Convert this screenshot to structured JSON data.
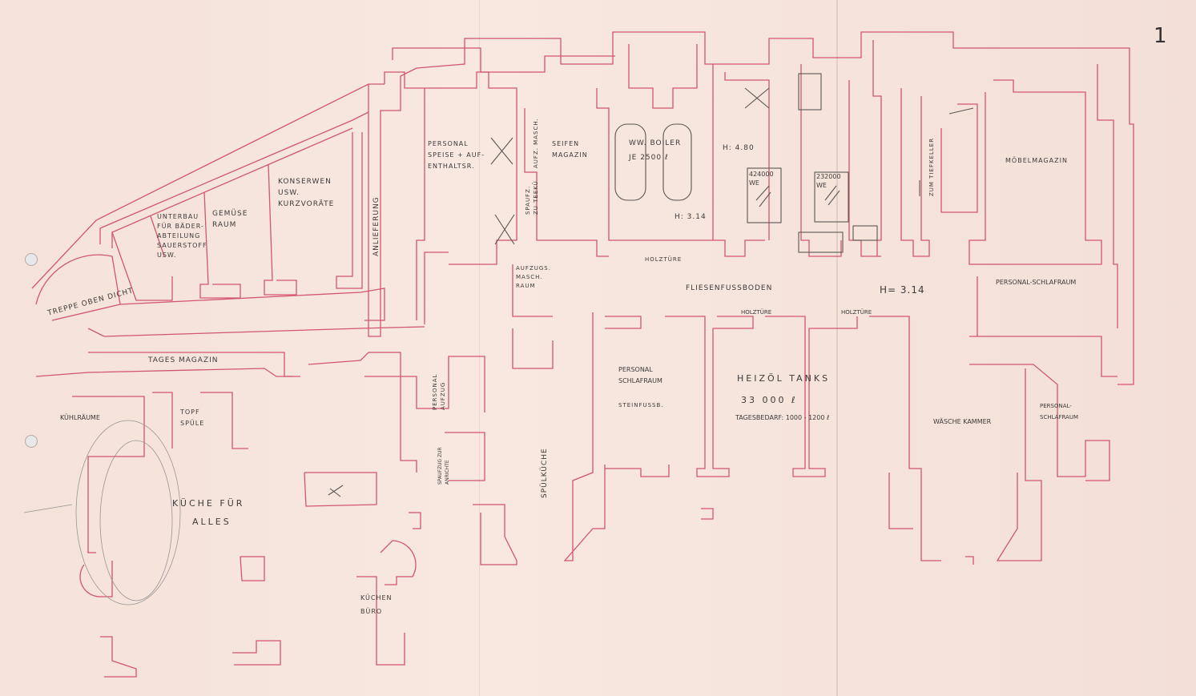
{
  "page_number": "1",
  "rooms": {
    "treppe": "TREPPE OBEN DICHT",
    "unterbau": "UNTERBAU\nFÜR BÄDER-\nABTEILUNG\nSAUERSTOFF\nUSW.",
    "gemuese": "GEMÜSE\nRAUM",
    "konserven": "KONSERWEN\nUSW.\nKURZVORÄTE",
    "anlieferung": "ANLIEFERUNG",
    "personal_speise": "PERSONAL\nSPEISE + AUF-\nENTHALTSR.",
    "aufz_masch": "AUFZ. MASCH.",
    "spaufz_teekue": "SPAUFZ.\nZU TEEKÜ",
    "seifen": "SEIFEN\nMAGAZIN",
    "boiler": "WW. BOILER\nJE 2500 ℓ",
    "h480": "H: 4.80",
    "we1": "424000\nWE",
    "we2": "232000\nWE",
    "h314a": "H: 3.14",
    "tiefkeller": "ZUM TIEFKELLER",
    "moebel": "MÖBELMAGAZIN",
    "aufzugs_masch": "AUFZUGS.\nMASCH.\nRAUM",
    "holztuere1": "HOLZTÜRE",
    "fliesen": "FLIESENFUSSBODEN",
    "h314b": "H= 3.14",
    "personal_schlaf_ne": "PERSONAL-SCHLAFRAUM",
    "holztuere2": "HOLZTÜRE",
    "holztuere3": "HOLZTÜRE",
    "tages_magazin": "TAGES MAGAZIN",
    "personal_aufzug": "PERSONAL\nAUFZUG",
    "personal_schlaf_mid": "PERSONAL\nSCHLAFRAUM",
    "steinfuss": "STEINFUSSB.",
    "heizoel": "HEIZÖL TANKS",
    "heizoel_vol": "33 000 ℓ",
    "tagesbedarf": "TAGESBEDARF: 1000 - 1200 ℓ",
    "waesche": "WÄSCHE KAMMER",
    "personal_schlaf_se": "PERSONAL-\nSCHLAFRAUM",
    "kuehl": "KÜHLRÄUME",
    "topf": "TOPF\nSPÜLE",
    "spaufzug_anrichte": "SPAUFZUG ZUR\nANRICHTE",
    "spuelkueche": "SPÜLKÜCHE",
    "kueche1": "KÜCHE FÜR",
    "kueche2": "ALLES",
    "kuechenbuero": "KÜCHEN\nBÜRO"
  },
  "colors": {
    "paper": "#f7e6de",
    "wall": "#d2566e",
    "pencil": "#5a5654"
  }
}
